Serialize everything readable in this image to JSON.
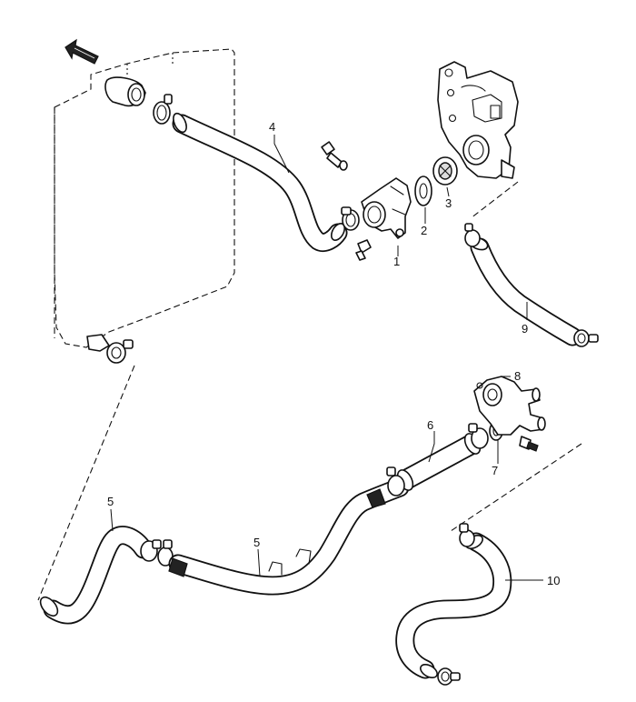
{
  "diagram": {
    "callouts": [
      {
        "id": "p1",
        "text": "1"
      },
      {
        "id": "p2",
        "text": "2"
      },
      {
        "id": "p3",
        "text": "3"
      },
      {
        "id": "p4",
        "text": "4"
      },
      {
        "id": "p5a",
        "text": "5"
      },
      {
        "id": "p5b",
        "text": "5"
      },
      {
        "id": "p6",
        "text": "6"
      },
      {
        "id": "p7",
        "text": "7"
      },
      {
        "id": "p8",
        "text": "8"
      },
      {
        "id": "p9",
        "text": "9"
      },
      {
        "id": "p10",
        "text": "10"
      }
    ]
  }
}
